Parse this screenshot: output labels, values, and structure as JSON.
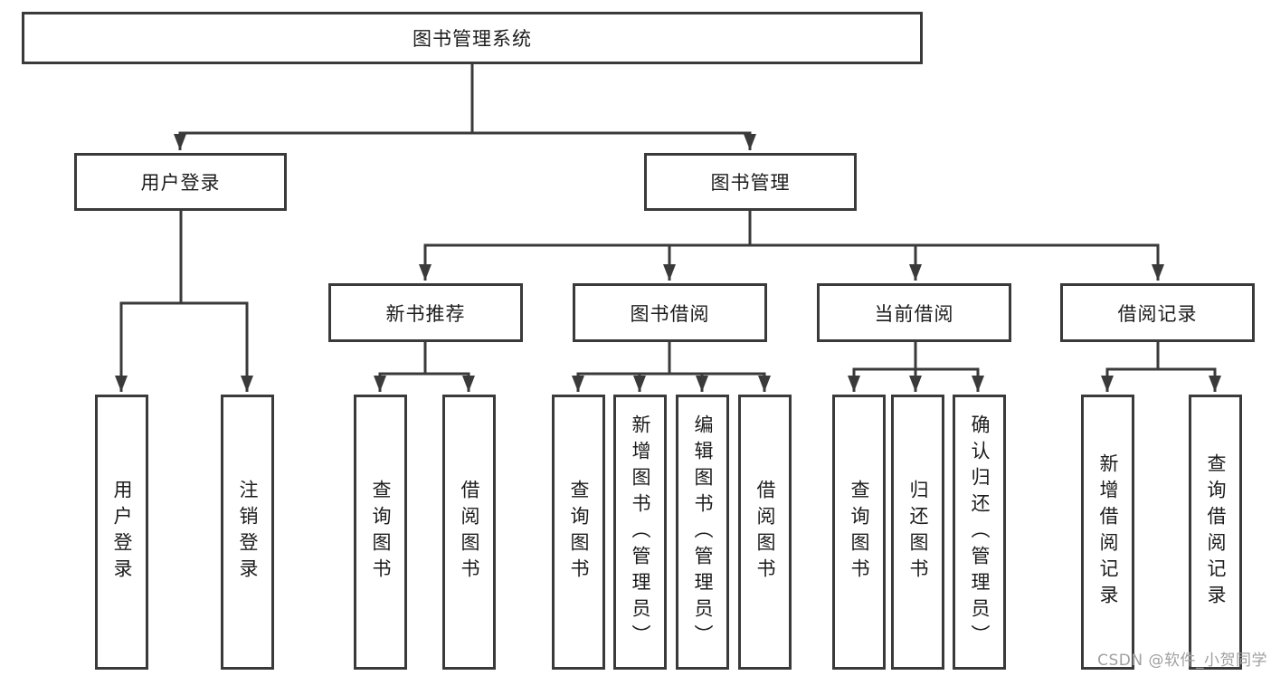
{
  "diagram": {
    "root": "图书管理系统",
    "level2": [
      "用户登录",
      "图书管理"
    ],
    "level3": [
      "新书推荐",
      "图书借阅",
      "当前借阅",
      "借阅记录"
    ],
    "leaves": [
      "用户登录",
      "注销登录",
      "查询图书",
      "借阅图书",
      "查询图书",
      "新增图书（管理员）",
      "编辑图书（管理员）",
      "借阅图书",
      "查询图书",
      "归还图书",
      "确认归还（管理员）",
      "新增借阅记录",
      "查询借阅记录"
    ]
  },
  "watermark": "CSDN @软件_小贺同学",
  "colors": {
    "line": "#3a3a3a",
    "text": "#1c1c1c",
    "background": "#ffffff",
    "watermark": "#a0a0a0"
  }
}
